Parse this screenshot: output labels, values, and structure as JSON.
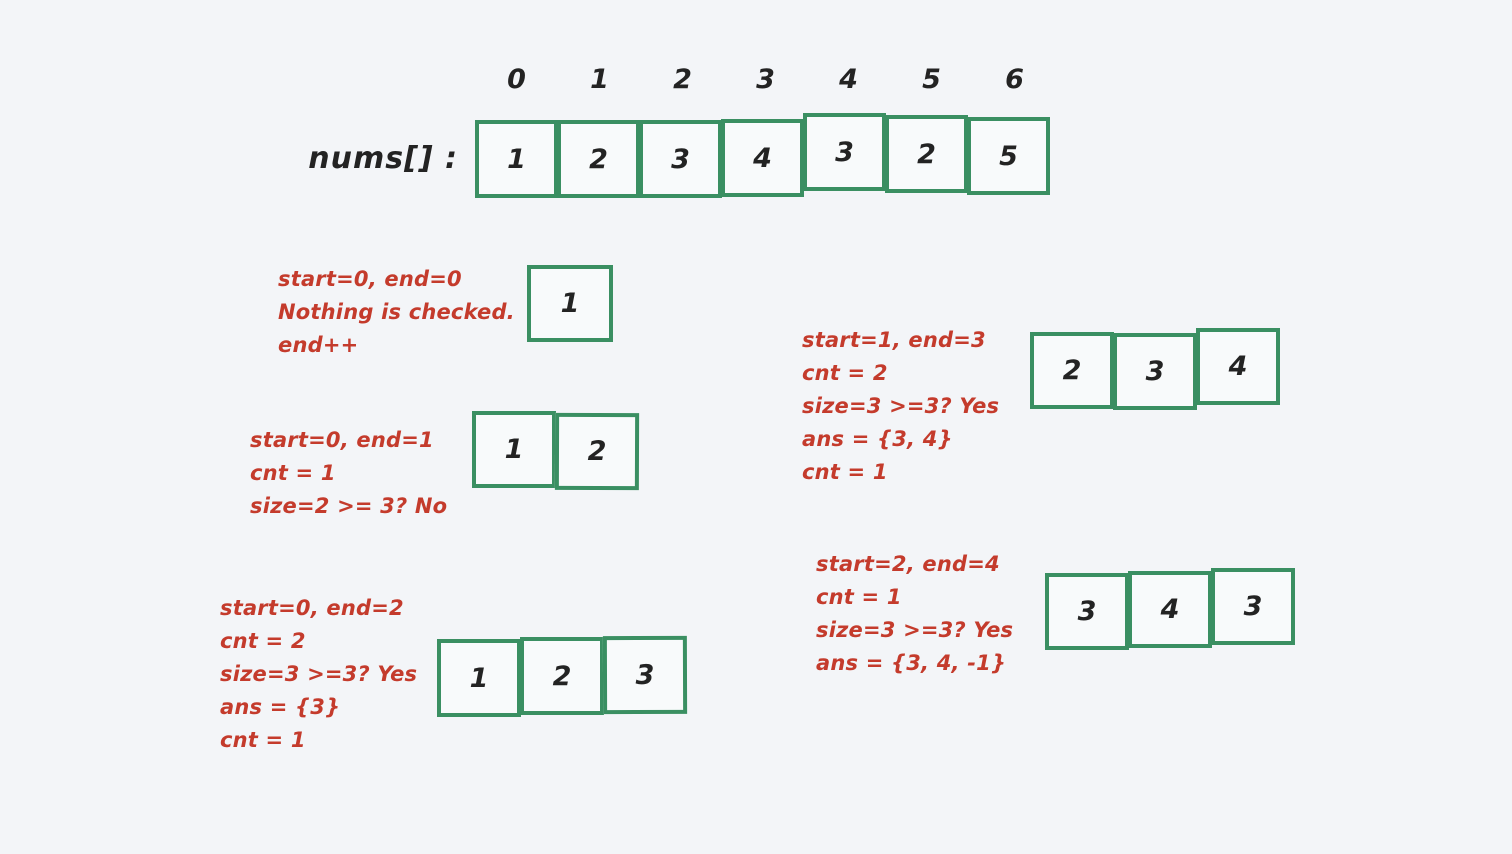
{
  "colors": {
    "background": "#f3f5f8",
    "box_border_green": "#3a8f62",
    "note_red": "#c43b2c",
    "text_dark": "#232323"
  },
  "array": {
    "label": "nums[] :",
    "indices": [
      "0",
      "1",
      "2",
      "3",
      "4",
      "5",
      "6"
    ],
    "values": [
      "1",
      "2",
      "3",
      "4",
      "3",
      "2",
      "5"
    ]
  },
  "steps": [
    {
      "lines": [
        "start=0, end=0",
        "Nothing is checked.",
        "end++"
      ],
      "cells": [
        "1"
      ]
    },
    {
      "lines": [
        "start=0, end=1",
        "cnt = 1",
        "size=2 >= 3? No"
      ],
      "cells": [
        "1",
        "2"
      ]
    },
    {
      "lines": [
        "start=0, end=2",
        "cnt = 2",
        "size=3 >=3? Yes",
        "ans = {3}",
        "cnt = 1"
      ],
      "cells": [
        "1",
        "2",
        "3"
      ]
    },
    {
      "lines": [
        "start=1, end=3",
        "cnt = 2",
        "size=3 >=3? Yes",
        "ans = {3, 4}",
        "cnt = 1"
      ],
      "cells": [
        "2",
        "3",
        "4"
      ]
    },
    {
      "lines": [
        "start=2, end=4",
        "cnt = 1",
        "size=3 >=3? Yes",
        "ans = {3, 4, -1}"
      ],
      "cells": [
        "3",
        "4",
        "3"
      ]
    }
  ]
}
